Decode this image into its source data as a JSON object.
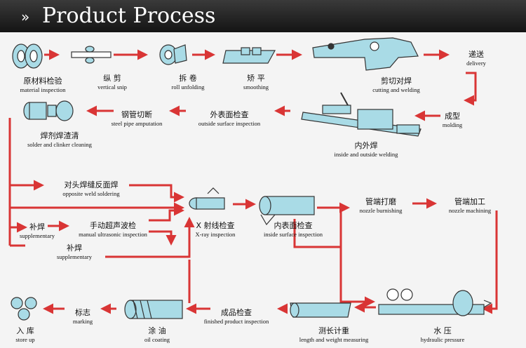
{
  "header": {
    "bullet": "»",
    "title": "Product Process"
  },
  "colors": {
    "arrow": "#d93535",
    "line": "#333333",
    "equipment": "#a9dbe6",
    "header_bg": "#1e1e1e"
  },
  "steps": {
    "material_inspection": {
      "cn": "原材料检验",
      "en": "material inspection"
    },
    "vertical_snip": {
      "cn": "纵  剪",
      "en": "vertical snip"
    },
    "roll_unfolding": {
      "cn": "拆  卷",
      "en": "roll unfolding"
    },
    "smoothing": {
      "cn": "矫  平",
      "en": "smoothing"
    },
    "cutting_welding": {
      "cn": "剪切对焊",
      "en": "cutting and welding"
    },
    "delivery": {
      "cn": "递送",
      "en": "delivery"
    },
    "molding": {
      "cn": "成型",
      "en": "molding"
    },
    "inside_outside_welding": {
      "cn": "内外焊",
      "en": "inside and outside welding"
    },
    "outside_surface_inspection": {
      "cn": "外表面检查",
      "en": "outside surface inspection"
    },
    "steel_pipe_amputation": {
      "cn": "钢管切断",
      "en": "steel pipe amputation"
    },
    "solder_cleaning": {
      "cn": "焊剂焊渣清",
      "en": "solder and clinker cleaning"
    },
    "opposite_weld": {
      "cn": "对头焊缝反面焊",
      "en": "opposite weld soldering"
    },
    "xray_inspection": {
      "cn": "X 射线检查",
      "en": "X-ray inspection"
    },
    "inside_surface_inspection": {
      "cn": "内表面检查",
      "en": "inside surface inspection"
    },
    "nozzle_burnishing": {
      "cn": "管端打磨",
      "en": "nozzle burnishing"
    },
    "nozzle_machining": {
      "cn": "管端加工",
      "en": "nozzle machining"
    },
    "supplementary_1": {
      "cn": "补焊",
      "en": "supplementary"
    },
    "manual_ultrasonic": {
      "cn": "手动超声波检",
      "en": "manual ultrasonic inspection"
    },
    "supplementary_2": {
      "cn": "补焊",
      "en": "supplementary"
    },
    "store_up": {
      "cn": "入  库",
      "en": "store up"
    },
    "marking": {
      "cn": "标志",
      "en": "marking"
    },
    "oil_coating": {
      "cn": "涂  油",
      "en": "oil coating"
    },
    "finished_inspection": {
      "cn": "成品检查",
      "en": "finished product inspection"
    },
    "length_weight": {
      "cn": "测长计重",
      "en": "length and weight measuring"
    },
    "hydraulic_pressure": {
      "cn": "水  压",
      "en": "hydraulic pressure"
    }
  }
}
